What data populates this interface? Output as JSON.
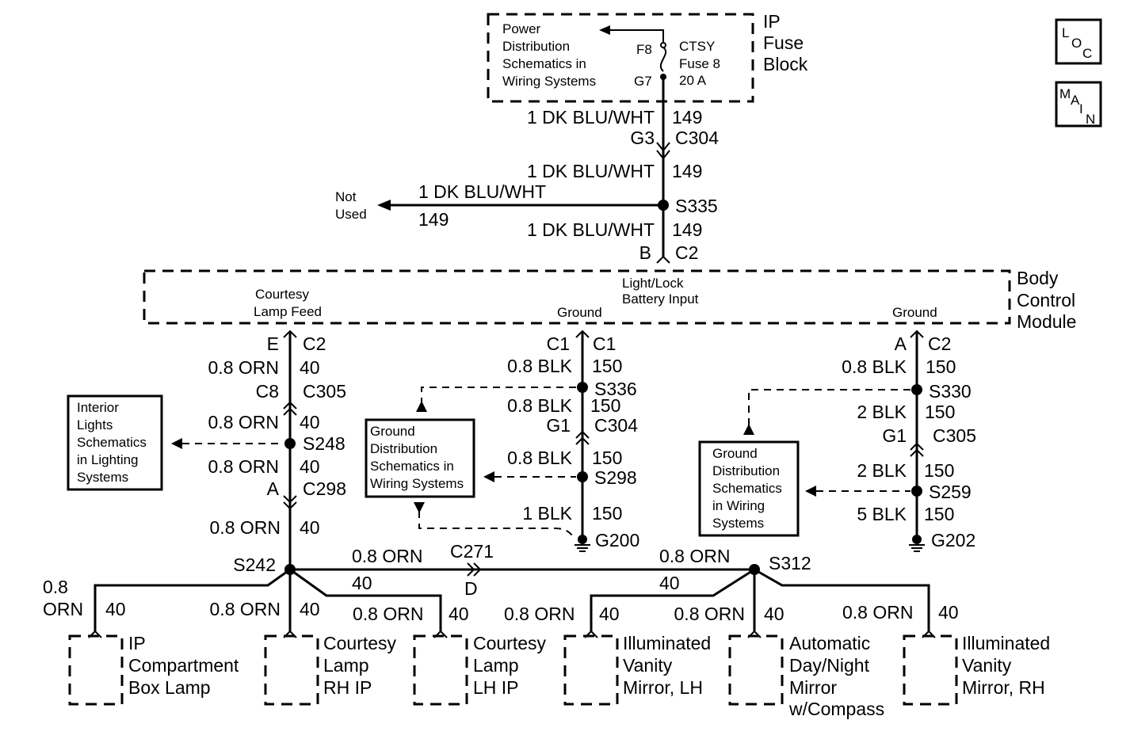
{
  "nav": {
    "loc": [
      "L",
      "O",
      "C"
    ],
    "main": [
      "M",
      "A",
      "I",
      "N"
    ]
  },
  "fuse_block": {
    "title_lines": [
      "IP",
      "Fuse",
      "Block"
    ],
    "pds_lines": [
      "Power",
      "Distribution",
      "Schematics in",
      "Wiring Systems"
    ],
    "fuse_lines": [
      "CTSY",
      "Fuse 8",
      "20 A"
    ],
    "pin_top": "F8",
    "pin_bottom": "G7"
  },
  "feed": {
    "w1": "1 DK BLU/WHT",
    "c1": "149",
    "conn_left": "G3",
    "conn_right": "C304",
    "w2": "1 DK BLU/WHT",
    "c2": "149",
    "branch_wire": "1 DK BLU/WHT",
    "branch_circuit": "149",
    "not_used": [
      "Not",
      "Used"
    ],
    "splice": "S335",
    "w3": "1 DK BLU/WHT",
    "c3": "149",
    "bcm_pin": "B",
    "bcm_conn": "C2"
  },
  "bcm": {
    "title_lines": [
      "Body",
      "Control",
      "Module"
    ],
    "input_lines": [
      "Light/Lock",
      "Battery Input"
    ],
    "feed_lines": [
      "Courtesy",
      "Lamp Feed"
    ],
    "ground1": "Ground",
    "ground2": "Ground"
  },
  "left_branch": {
    "pin": "E",
    "conn": "C2",
    "w1": "0.8 ORN",
    "c1": "40",
    "conn2_left": "C8",
    "conn2_right": "C305",
    "w2": "0.8 ORN",
    "c2": "40",
    "splice": "S248",
    "w3": "0.8 ORN",
    "c3": "40",
    "conn3_left": "A",
    "conn3_right": "C298",
    "w4": "0.8 ORN",
    "c4": "40",
    "splice2": "S242"
  },
  "interior_box": [
    "Interior",
    "Lights",
    "Schematics",
    "in Lighting",
    "Systems"
  ],
  "ground_mid": {
    "pin_left": "C1",
    "pin_right": "C1",
    "w1": "0.8 BLK",
    "c1": "150",
    "splice": "S336",
    "w2": "0.8 BLK",
    "c2": "150",
    "conn_left": "G1",
    "conn_right": "C304",
    "w3": "0.8 BLK",
    "c3": "150",
    "splice2": "S298",
    "w4": "1 BLK",
    "c4": "150",
    "ground": "G200"
  },
  "gds_box_mid": [
    "Ground",
    "Distribution",
    "Schematics in",
    "Wiring Systems"
  ],
  "ground_right": {
    "pin_left": "A",
    "pin_right": "C2",
    "w1": "0.8 BLK",
    "c1": "150",
    "splice": "S330",
    "w2": "2 BLK",
    "c2": "150",
    "conn_left": "G1",
    "conn_right": "C305",
    "w3": "2 BLK",
    "c3": "150",
    "splice2": "S259",
    "w4": "5 BLK",
    "c4": "150",
    "ground": "G202"
  },
  "gds_box_right": [
    "Ground",
    "Distribution",
    "Schematics",
    "in Wiring",
    "Systems"
  ],
  "bus": {
    "w_left": "0.8 ORN",
    "c_left": "40",
    "conn": "C271",
    "conn_pin": "D",
    "w_right": "0.8 ORN",
    "c_right": "40",
    "splice": "S312"
  },
  "loads": [
    {
      "w_lines": [
        "0.8",
        "ORN"
      ],
      "c": "40",
      "label_lines": [
        "IP",
        "Compartment",
        "Box Lamp"
      ]
    },
    {
      "w": "0.8 ORN",
      "c": "40",
      "label_lines": [
        "Courtesy",
        "Lamp",
        "RH  IP"
      ]
    },
    {
      "w": "0.8 ORN",
      "c": "40",
      "label_lines": [
        "Courtesy",
        "Lamp",
        "LH  IP"
      ]
    },
    {
      "w": "0.8 ORN",
      "c": "40",
      "label_lines": [
        "Illuminated",
        "Vanity",
        "Mirror, LH"
      ]
    },
    {
      "w": "0.8 ORN",
      "c": "40",
      "label_lines": [
        "Automatic",
        "Day/Night",
        "Mirror",
        "w/Compass"
      ]
    },
    {
      "w": "0.8 ORN",
      "c": "40",
      "label_lines": [
        "Illuminated",
        "Vanity",
        "Mirror, RH"
      ]
    }
  ]
}
